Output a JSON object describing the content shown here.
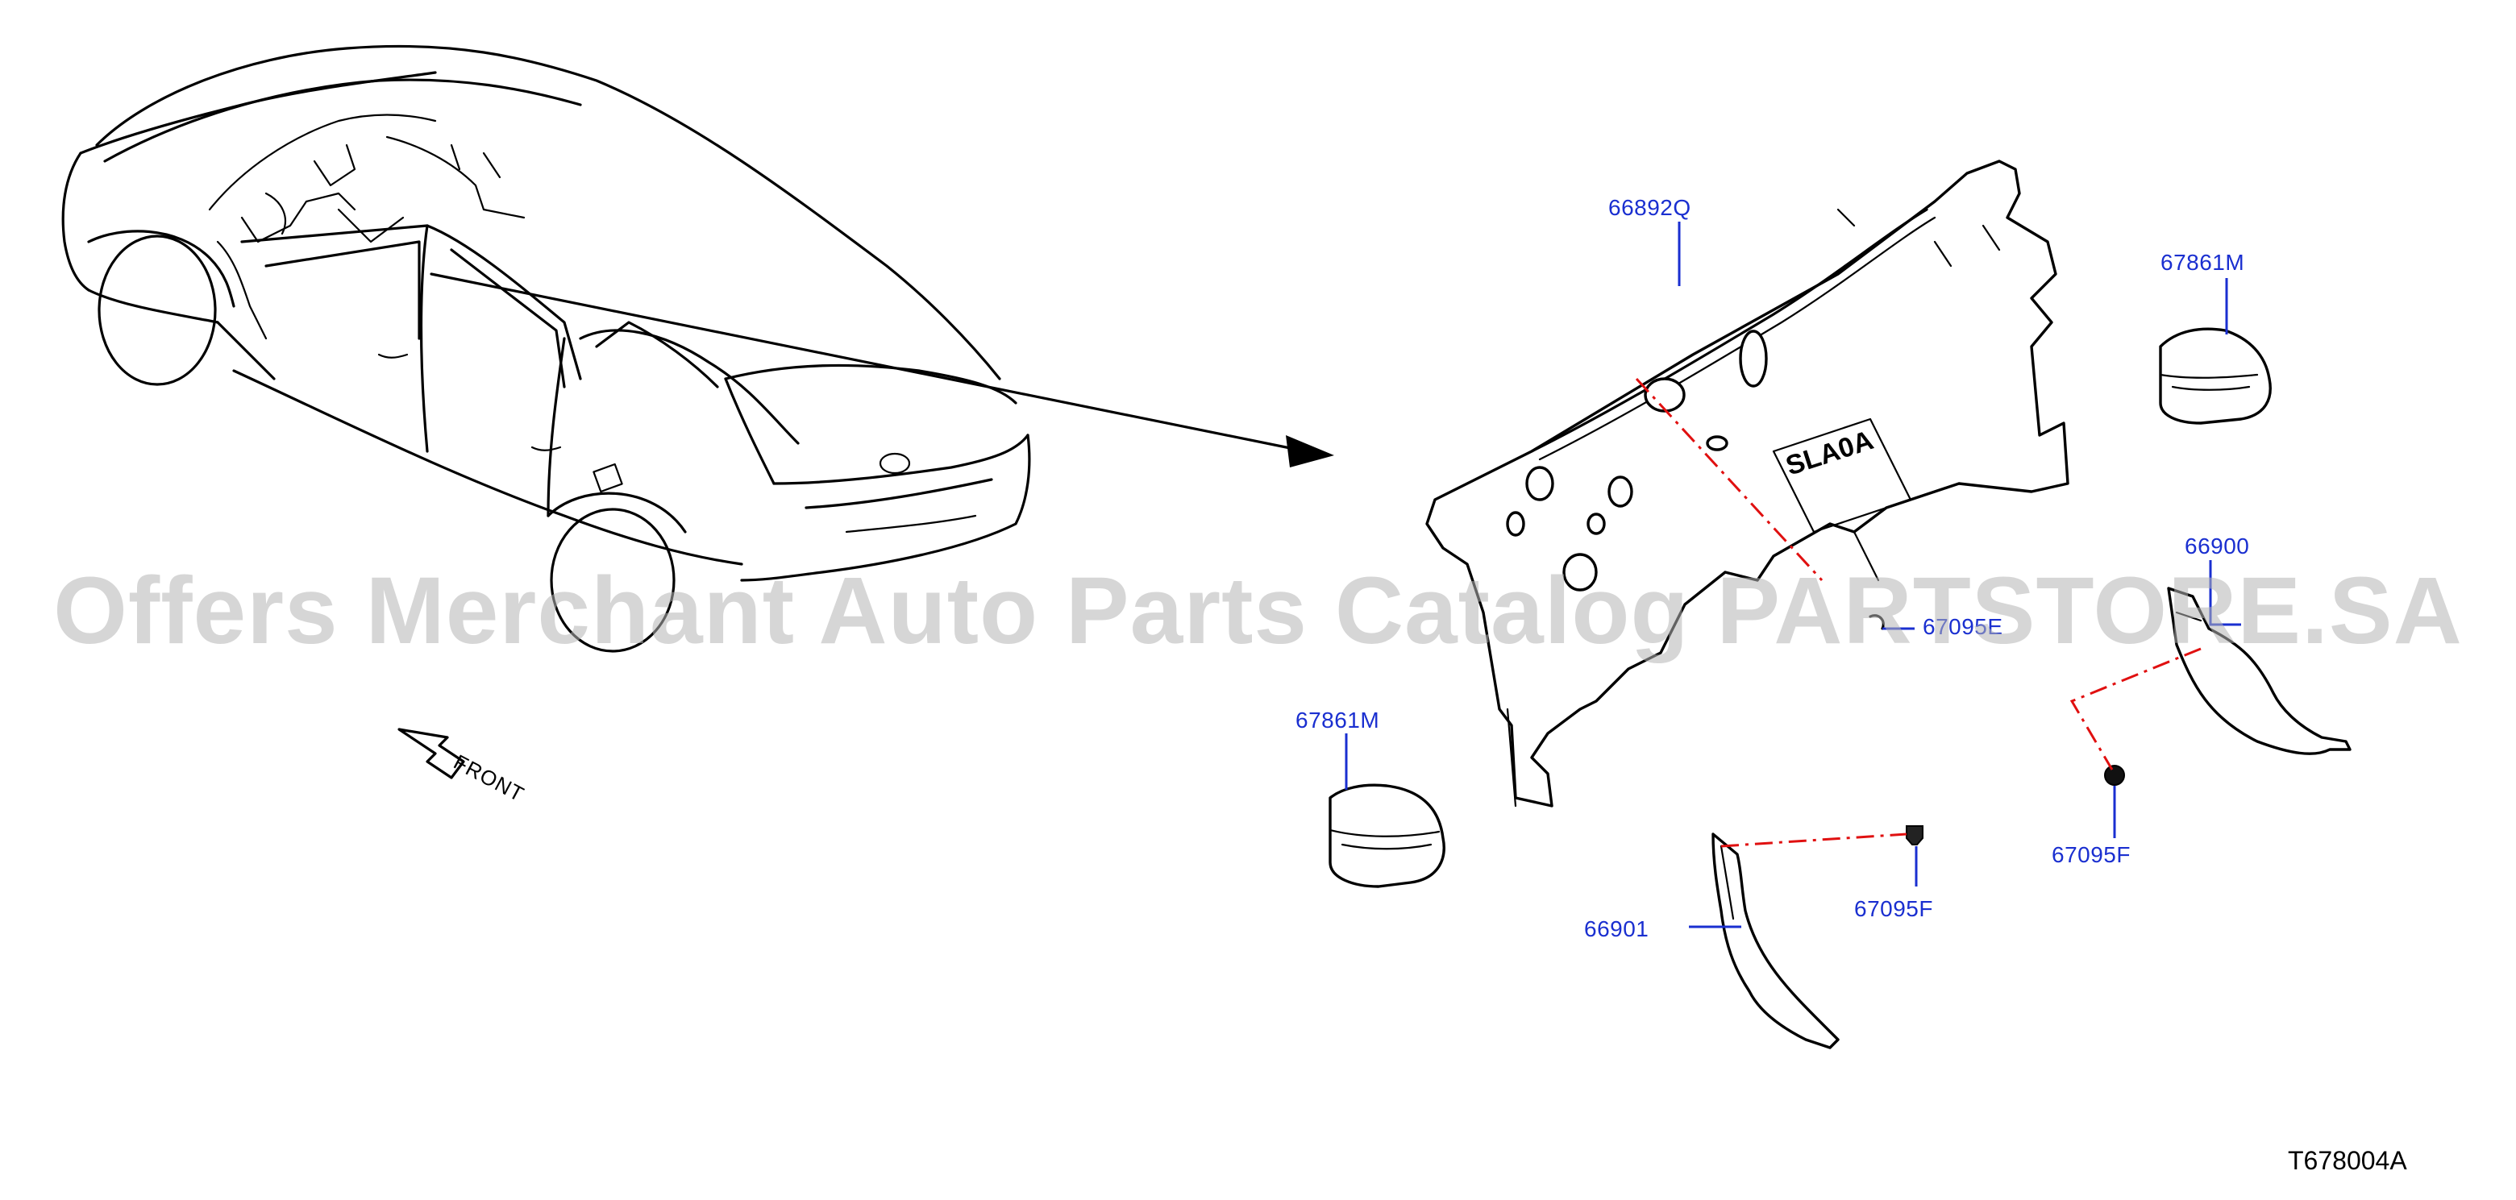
{
  "diagram": {
    "figure_code": "T678004A",
    "direction_label": "FRONT",
    "watermark": "Offers Merchant Auto Parts Catalog PARTSTORE.SA",
    "callouts": [
      {
        "id": "c1",
        "label": "66892Q"
      },
      {
        "id": "c2",
        "label": "67861M"
      },
      {
        "id": "c3",
        "label": "66900"
      },
      {
        "id": "c4",
        "label": "67095E"
      },
      {
        "id": "c5",
        "label": "67861M"
      },
      {
        "id": "c6",
        "label": "67095F"
      },
      {
        "id": "c7",
        "label": "66901"
      },
      {
        "id": "c8",
        "label": "67095F"
      }
    ],
    "colors": {
      "callout": "#1a2fd0",
      "dash_line": "#e01010",
      "line": "#000000"
    }
  }
}
